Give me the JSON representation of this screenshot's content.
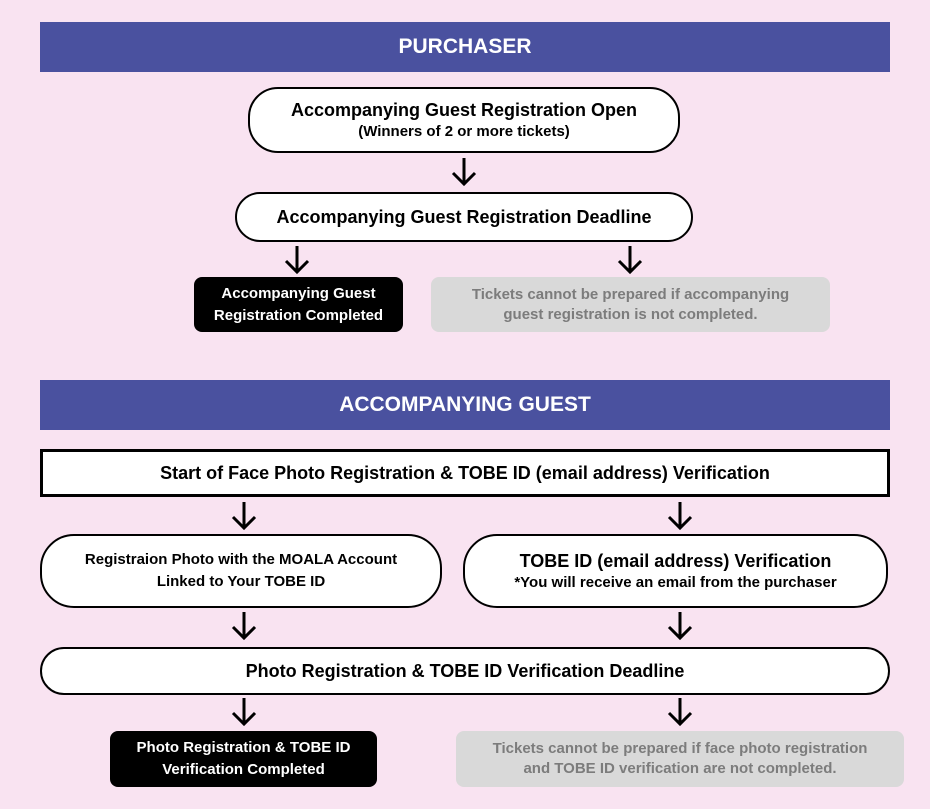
{
  "purchaser": {
    "header": "PURCHASER",
    "open": {
      "title": "Accompanying Guest Registration Open",
      "note": "(Winners of 2 or more tickets)"
    },
    "deadline": "Accompanying Guest Registration Deadline",
    "completed": [
      "Accompanying Guest",
      "Registration Completed"
    ],
    "not_completed": [
      "Tickets cannot be prepared if accompanying",
      "guest registration is not completed."
    ]
  },
  "guest": {
    "header": "ACCOMPANYING GUEST",
    "start": "Start of Face Photo Registration & TOBE ID (email address) Verification",
    "photo": [
      "Registraion Photo with the MOALA Account",
      "Linked to Your TOBE ID"
    ],
    "verify": {
      "title": "TOBE ID (email address) Verification",
      "note": "*You will receive an email from the purchaser"
    },
    "deadline": "Photo Registration & TOBE ID Verification Deadline",
    "completed": [
      "Photo Registration & TOBE ID",
      "Verification Completed"
    ],
    "not_completed": [
      "Tickets cannot be prepared if face photo registration",
      "and TOBE ID verification are not completed."
    ]
  },
  "colors": {
    "background": "#f9e3f1",
    "header_band": "#4a519f",
    "completed_box": "#000000",
    "not_completed_box": "#d9d9d9",
    "not_completed_text": "#7c7c7c"
  },
  "icons": {
    "flow_arrow": "arrow-down-icon"
  }
}
